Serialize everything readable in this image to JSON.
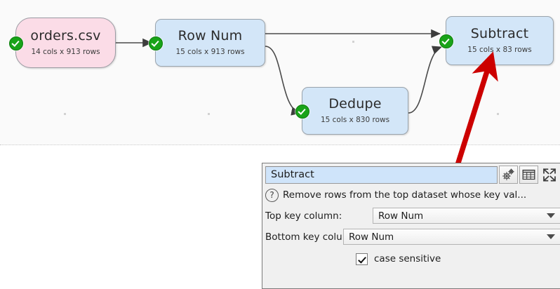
{
  "canvas": {
    "nodes": [
      {
        "id": "orders",
        "title": "orders.csv",
        "subtitle": "14 cols x 913 rows",
        "color": "pink",
        "status": "ok"
      },
      {
        "id": "rownum",
        "title": "Row Num",
        "subtitle": "15 cols x 913 rows",
        "color": "blue",
        "status": "ok"
      },
      {
        "id": "dedupe",
        "title": "Dedupe",
        "subtitle": "15 cols x 830 rows",
        "color": "blue",
        "status": "ok"
      },
      {
        "id": "subtract",
        "title": "Subtract",
        "subtitle": "15 cols x 83 rows",
        "color": "blue",
        "status": "ok"
      }
    ],
    "annotation_arrow_color": "#cc0000"
  },
  "dialog": {
    "name_value": "Subtract",
    "toolbar": {
      "settings_icon": "gears-icon",
      "table_icon": "table-grid-icon",
      "expand_icon": "expand-arrows-icon"
    },
    "help_icon": "question-mark-icon",
    "description": "Remove rows from the top dataset whose key val...",
    "fields": [
      {
        "label": "Top key column:",
        "value": "Row Num"
      },
      {
        "label": "Bottom key column:",
        "value": "Row Num"
      }
    ],
    "checkbox": {
      "label": "case sensitive",
      "checked": true
    }
  },
  "colors": {
    "node_pink": "#fbdce7",
    "node_blue": "#d3e6f8",
    "status_green": "#19a319",
    "arrow_red": "#cc0000",
    "field_highlight": "#cfe4fa"
  }
}
